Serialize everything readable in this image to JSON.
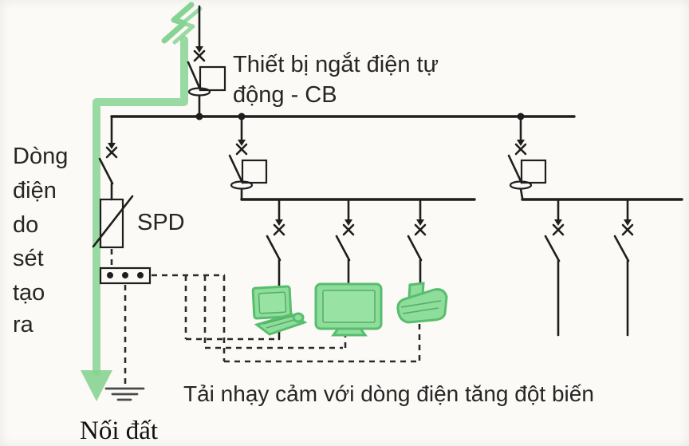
{
  "diagram": {
    "title_line1": "Thiết bị ngắt điện tự",
    "title_line2": "động - CB",
    "left_label_words": [
      "Dòng",
      "điện",
      "do",
      "sét",
      "tạo",
      "ra"
    ],
    "spd_label": "SPD",
    "ground_label": "Nối đất",
    "load_label": "Tải nhạy cảm với dòng điện tăng đột biến",
    "devices": [
      "computer",
      "tv",
      "printer"
    ],
    "colors": {
      "surge_green": "#87d394",
      "device_fill": "#8edd9b",
      "device_stroke": "#58bd6e",
      "wire_black": "#1e1e1e",
      "background": "#fbfaf6"
    }
  }
}
